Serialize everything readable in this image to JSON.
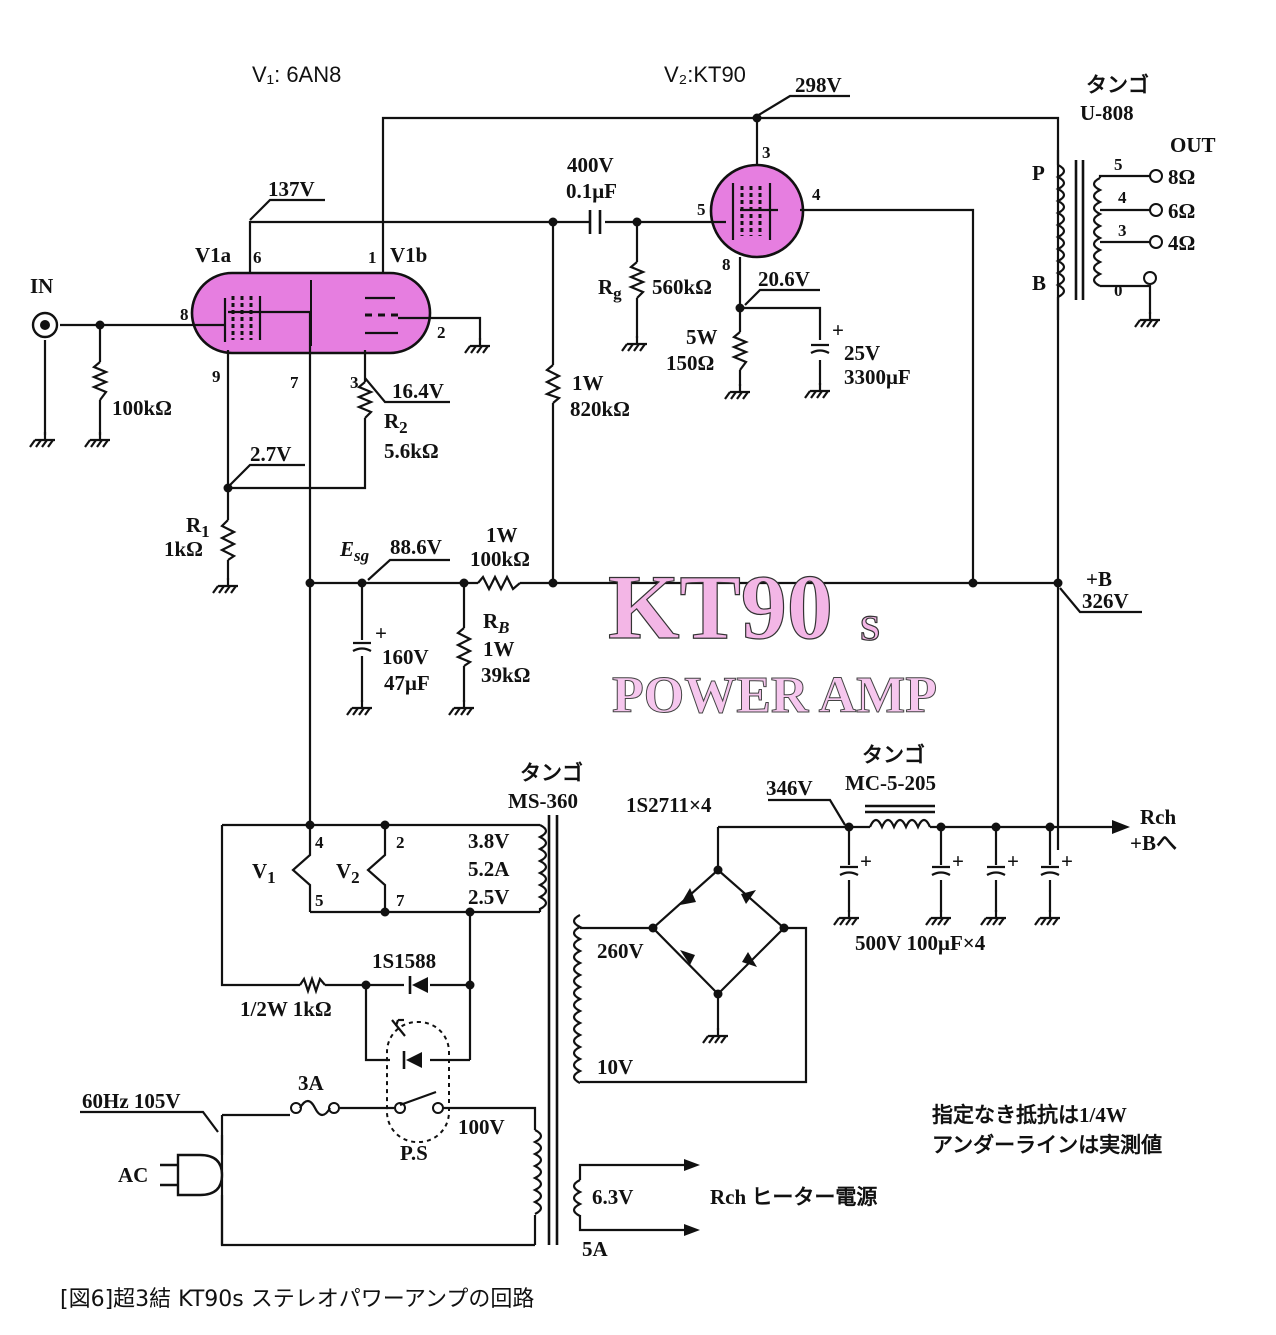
{
  "tubes": {
    "v1": "V₁: 6AN8",
    "v2": "V₂:KT90",
    "v1a": "V1a",
    "v1b": "V1b"
  },
  "pins": {
    "p6": "6",
    "p1": "1",
    "p8": "8",
    "p2": "2",
    "p9": "9",
    "p7": "7",
    "p3": "3",
    "k3": "3",
    "k4": "4",
    "k5": "5",
    "k8": "8",
    "h4": "4",
    "h5": "5",
    "h2": "2",
    "h7": "7",
    "o5": "5",
    "o4": "4",
    "o3": "3",
    "o0": "0"
  },
  "voltages": {
    "v298": "298V",
    "v137": "137V",
    "v20_6": "20.6V",
    "v16_4": "16.4V",
    "v2_7": "2.7V",
    "esg": "E",
    "esg_sub": "sg",
    "v88_6": "88.6V",
    "plus_b": "+B",
    "v326": "326V",
    "v346": "346V"
  },
  "components": {
    "cap_coupling_v": "400V",
    "cap_coupling_c": "0.1μF",
    "rg_label": "R",
    "rg_sub": "g",
    "rg_value": "560kΩ",
    "rk_w": "5W",
    "rk_value": "150Ω",
    "ck_v": "25V",
    "ck_c": "3300μF",
    "r_in": "100kΩ",
    "r1_label": "R",
    "r1_sub": "1",
    "r1_value": "1kΩ",
    "r2_label": "R",
    "r2_sub": "2",
    "r2_value": "5.6kΩ",
    "r_820_w": "1W",
    "r_820": "820kΩ",
    "r_100k_w": "1W",
    "r_100k": "100kΩ",
    "c_sg_v": "160V",
    "c_sg_c": "47μF",
    "rb_label": "R",
    "rb_sub": "B",
    "rb_w": "1W",
    "rb_value": "39kΩ",
    "plus": "+"
  },
  "output_transformer": {
    "maker": "タンゴ",
    "model": "U-808",
    "out": "OUT",
    "p": "P",
    "b": "B",
    "ohm8": "8Ω",
    "ohm6": "6Ω",
    "ohm4": "4Ω"
  },
  "input": {
    "in": "IN"
  },
  "power": {
    "pt_maker": "タンゴ",
    "pt_model": "MS-360",
    "h38": "3.8V",
    "h52": "5.2A",
    "h25": "2.5V",
    "v1": "V",
    "v1_sub": "1",
    "v2": "V",
    "v2_sub": "2",
    "diode": "1S1588",
    "r_half": "1/2W 1kΩ",
    "s260": "260V",
    "s10": "10V",
    "p100": "100V",
    "s63": "6.3V",
    "s5a": "5A",
    "rect": "1S2711×4",
    "choke_maker": "タンゴ",
    "choke_model": "MC-5-205",
    "caps": "500V  100μF×4",
    "rch": "Rch",
    "rch_b": "+Bへ",
    "rch_heater": "Rch ヒーター電源",
    "fuse": "3A",
    "mains": "60Hz 105V",
    "ac": "AC",
    "ps": "P.S"
  },
  "notes": {
    "line1": "指定なき抵抗は1/4W",
    "line2": "アンダーラインは実測値"
  },
  "title": {
    "main": "KT90",
    "sub": "S",
    "line2": "POWER AMP"
  },
  "caption": "[図6]超3結 KT90s ステレオパワーアンプの回路",
  "colors": {
    "tube_fill": "#e67ee0",
    "title_fill": "#f3b6e6",
    "ink": "#111111"
  }
}
